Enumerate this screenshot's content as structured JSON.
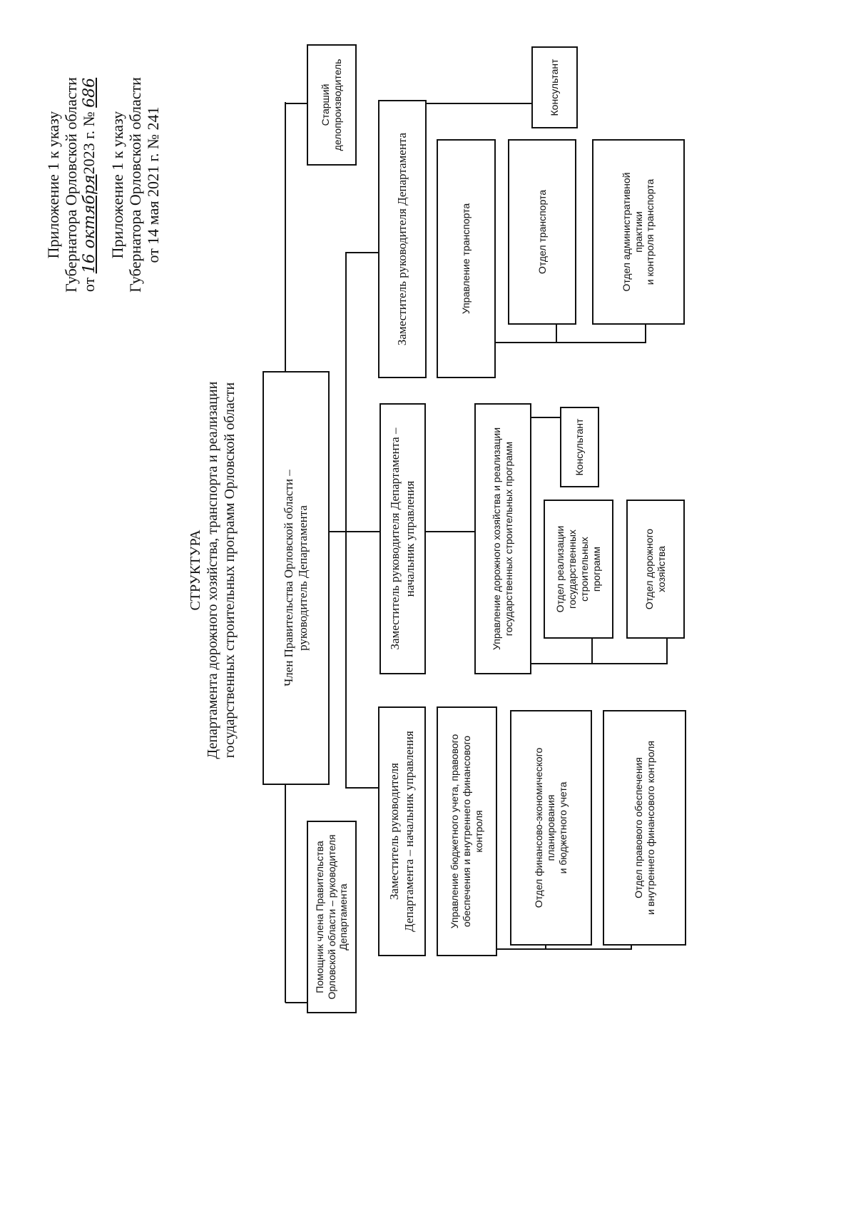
{
  "header": {
    "current": {
      "line1": "Приложение 1 к указу",
      "line2": "Губернатора Орловской области",
      "date_prefix": "от",
      "date_handwritten": "16 октября",
      "date_year": "2023 г. №",
      "number_handwritten": "686"
    },
    "previous": {
      "line1": "Приложение 1 к указу",
      "line2": "Губернатора Орловской области",
      "line3": "от 14 мая 2021 г. № 241"
    }
  },
  "title": {
    "line1": "СТРУКТУРА",
    "line2": "Департамента дорожного хозяйства, транспорта и реализации",
    "line3": "государственных строительных программ Орловской области"
  },
  "boxes": {
    "head": "Член Правительства Орловской области –\nруководитель Департамента",
    "senior_clerk": "Старший\nделопроизводитель",
    "assistant": "Помощник члена Правительства\nОрловской области – руководителя\nДепартамента",
    "deputy_transport": "Заместитель руководителя Департамента",
    "consultant_1": "Консультант",
    "transport_directorate": "Управление транспорта",
    "transport_dept": "Отдел транспорта",
    "admin_practice_dept": "Отдел административной\nпрактики\nи контроля транспорта",
    "deputy_roads": "Заместитель руководителя Департамента –\nначальник управления",
    "roads_directorate": "Управление дорожного хозяйства и реализации\nгосударственных строительных программ",
    "consultant_2": "Консультант",
    "construction_dept": "Отдел реализации\nгосударственных\nстроительных\nпрограмм",
    "roads_dept": "Отдел дорожного\nхозяйства",
    "deputy_budget": "Заместитель руководителя\nДепартамента – начальник управления",
    "budget_directorate": "Управление бюджетного учета, правового\nобеспечения и внутреннего финансового\nконтроля",
    "finance_dept": "Отдел финансово-экономического\nпланирования\nи бюджетного учета",
    "legal_dept": "Отдел правового обеспечения\nи внутреннего финансового контроля"
  }
}
